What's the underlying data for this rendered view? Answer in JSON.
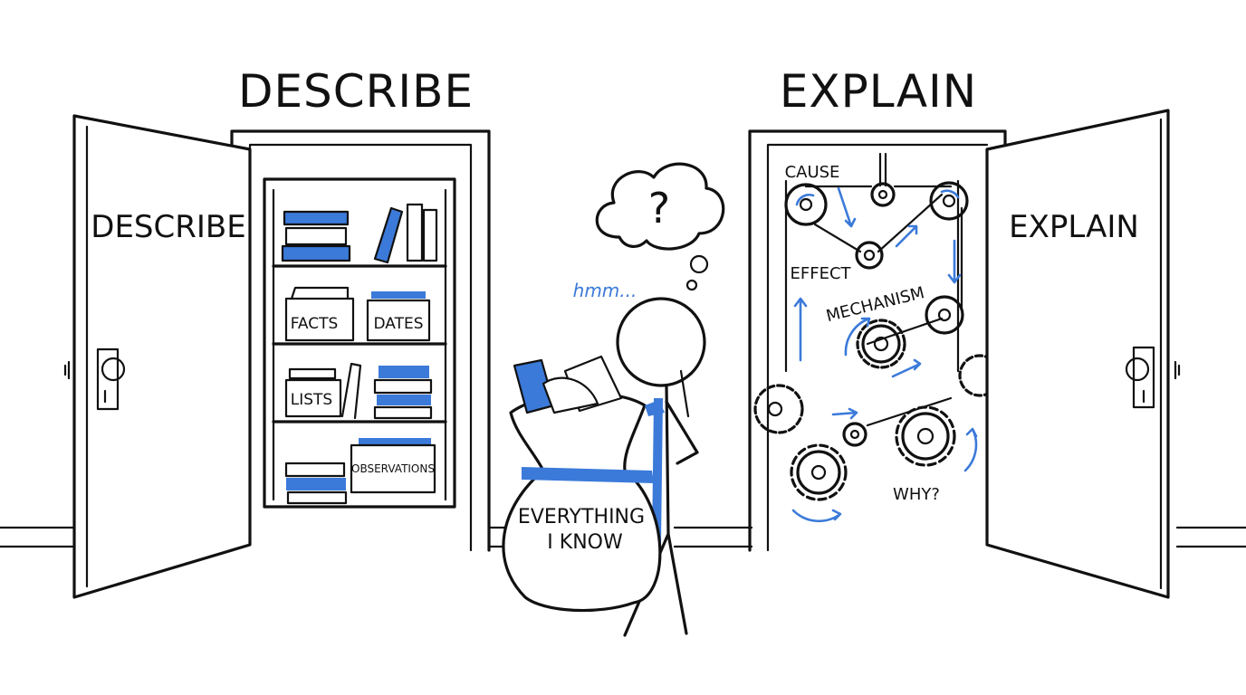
{
  "titles": {
    "left": "DESCRIBE",
    "right": "EXPLAIN"
  },
  "doors": {
    "left_label": "DESCRIBE",
    "right_label": "EXPLAIN"
  },
  "shelf_labels": {
    "facts": "FACTS",
    "dates": "DATES",
    "lists": "LISTS",
    "observations": "OBSERVATIONS"
  },
  "machine_labels": {
    "cause": "CAUSE",
    "effect": "EFFECT",
    "mechanism": "MECHANISM",
    "why": "WHY?"
  },
  "figure": {
    "thought": "?",
    "mumble": "hmm...",
    "bag_line1": "EVERYTHING",
    "bag_line2": "I KNOW"
  },
  "colors": {
    "ink": "#111111",
    "accent": "#3b7ad9",
    "background": "#ffffff"
  },
  "icons": [
    "bookshelf-icon",
    "gear-icon",
    "pulley-icon",
    "thought-bubble-icon",
    "sack-icon",
    "doorknob-icon"
  ]
}
